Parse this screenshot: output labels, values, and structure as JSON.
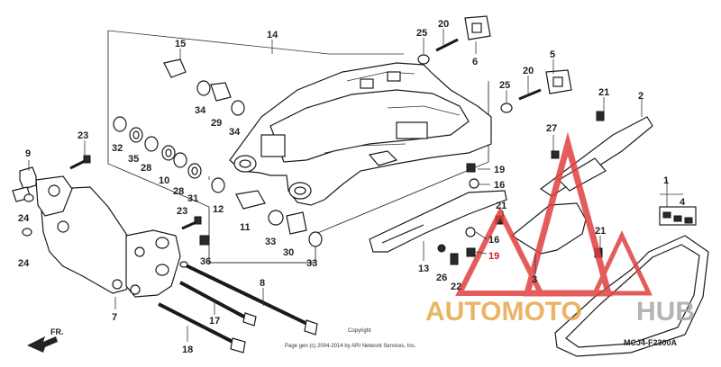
{
  "diagram": {
    "part_numbers": [
      "1",
      "2",
      "3",
      "4",
      "5",
      "6",
      "7",
      "8",
      "9",
      "10",
      "11",
      "12",
      "13",
      "14",
      "15",
      "16",
      "16",
      "17",
      "18",
      "19",
      "19",
      "20",
      "20",
      "21",
      "21",
      "21",
      "22",
      "23",
      "23",
      "24",
      "24",
      "25",
      "25",
      "26",
      "27",
      "28",
      "28",
      "29",
      "30",
      "31",
      "32",
      "33",
      "33",
      "34",
      "34",
      "35",
      "36"
    ],
    "labels": {
      "p1": "1",
      "p2": "2",
      "p3": "3",
      "p4": "4",
      "p5": "5",
      "p6": "6",
      "p7": "7",
      "p8": "8",
      "p9": "9",
      "p10": "10",
      "p11": "11",
      "p12": "12",
      "p13": "13",
      "p14": "14",
      "p15": "15",
      "p16a": "16",
      "p16b": "16",
      "p17": "17",
      "p18": "18",
      "p19a": "19",
      "p19b": "19",
      "p20a": "20",
      "p20b": "20",
      "p21a": "21",
      "p21b": "21",
      "p21c": "21",
      "p22": "22",
      "p23a": "23",
      "p23b": "23",
      "p24a": "24",
      "p24b": "24",
      "p25a": "25",
      "p25b": "25",
      "p26": "26",
      "p27": "27",
      "p28a": "28",
      "p28b": "28",
      "p29": "29",
      "p30": "30",
      "p31": "31",
      "p32": "32",
      "p33a": "33",
      "p33b": "33",
      "p34a": "34",
      "p34b": "34",
      "p35": "35",
      "p36": "36"
    },
    "figure_code": "MCJ4-F2300A",
    "copyright_line1": "Copyright",
    "copyright_line2": "Page gen (c) 2004-2014 by ARI Network Services, Inc.",
    "direction_label": "FR.",
    "watermark": {
      "part1": "AUTOMOTO",
      "part2": "HUB"
    },
    "colors": {
      "watermark_orange": "#e6a84a",
      "watermark_gray": "#a8a8a8",
      "watermark_red": "#e04040",
      "highlight_red": "#d02020"
    }
  }
}
